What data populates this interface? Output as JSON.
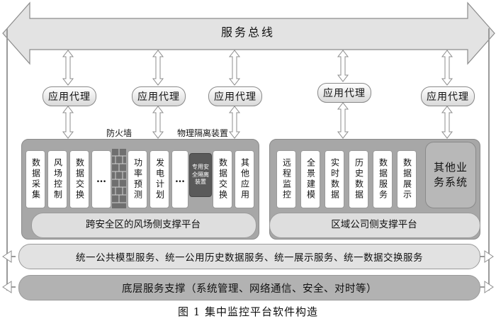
{
  "bus": {
    "label": "服务总线"
  },
  "proxies": [
    {
      "label": "应用代理"
    },
    {
      "label": "应用代理"
    },
    {
      "label": "应用代理"
    },
    {
      "label": "应用代理"
    },
    {
      "label": "应用代理"
    }
  ],
  "firewall": {
    "label": "防火墙"
  },
  "isolation": {
    "label": "物理隔离装置",
    "device_text": "专用安全隔离装置"
  },
  "wind_platform": {
    "label": "跨安全区的风场侧支撑平台",
    "modules": [
      "数据采集",
      "风场控制",
      "数据交换",
      "…",
      "功率预测",
      "发电计划",
      "…",
      "数据交换",
      "其他应用"
    ]
  },
  "regional_platform": {
    "label": "区域公司侧支撑平台",
    "modules": [
      "远程监控",
      "全景建模",
      "实时数据",
      "历史数据",
      "数据服务",
      "数据展示"
    ]
  },
  "other_system": {
    "label": "其他业务系统"
  },
  "unified_services": {
    "label": "统一公共模型服务、统一公用历史数据服务、统一展示服务、统一数据交换服务"
  },
  "base_services": {
    "label": "底层服务支撑（系统管理、网络通信、安全、对时等）"
  },
  "caption": {
    "label": "图 1 集中监控平台软件构造"
  },
  "colors": {
    "bus_fill": "#e3e3e3",
    "panel_dark": "#a7a7a7",
    "panel_light": "#dedede",
    "stroke": "#888888"
  }
}
